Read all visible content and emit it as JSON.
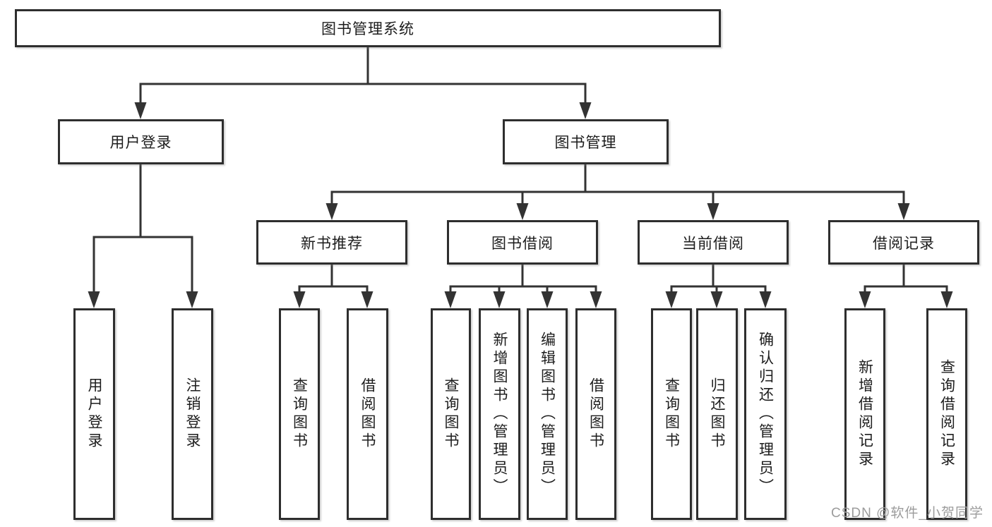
{
  "diagram": {
    "root": {
      "id": "library-management-system",
      "label": "图书管理系统"
    },
    "level2": [
      {
        "id": "user-login",
        "parent": "library-management-system",
        "label": "用户登录"
      },
      {
        "id": "book-management",
        "parent": "library-management-system",
        "label": "图书管理"
      }
    ],
    "level3": [
      {
        "id": "new-book-recommend",
        "parent": "book-management",
        "label": "新书推荐"
      },
      {
        "id": "book-borrowing",
        "parent": "book-management",
        "label": "图书借阅"
      },
      {
        "id": "current-borrowing",
        "parent": "book-management",
        "label": "当前借阅"
      },
      {
        "id": "borrowing-records",
        "parent": "book-management",
        "label": "借阅记录"
      }
    ],
    "leaves": [
      {
        "parent": "user-login",
        "label": "用户登录"
      },
      {
        "parent": "user-login",
        "label": "注销登录"
      },
      {
        "parent": "new-book-recommend",
        "label": "查询图书"
      },
      {
        "parent": "new-book-recommend",
        "label": "借阅图书"
      },
      {
        "parent": "book-borrowing",
        "label": "查询图书"
      },
      {
        "parent": "book-borrowing",
        "label": "新增图书（管理员）"
      },
      {
        "parent": "book-borrowing",
        "label": "编辑图书（管理员）"
      },
      {
        "parent": "book-borrowing",
        "label": "借阅图书"
      },
      {
        "parent": "current-borrowing",
        "label": "查询图书"
      },
      {
        "parent": "current-borrowing",
        "label": "归还图书"
      },
      {
        "parent": "current-borrowing",
        "label": "确认归还（管理员）"
      },
      {
        "parent": "borrowing-records",
        "label": "新增借阅记录"
      },
      {
        "parent": "borrowing-records",
        "label": "查询借阅记录"
      }
    ]
  },
  "watermark": {
    "text": "CSDN @软件_小贺同学",
    "color": "#9c9c9c"
  },
  "colors": {
    "background": "#ffffff",
    "box_border": "#2e2e2e",
    "connector_line": "#333333",
    "text": "#1d1d1d"
  }
}
